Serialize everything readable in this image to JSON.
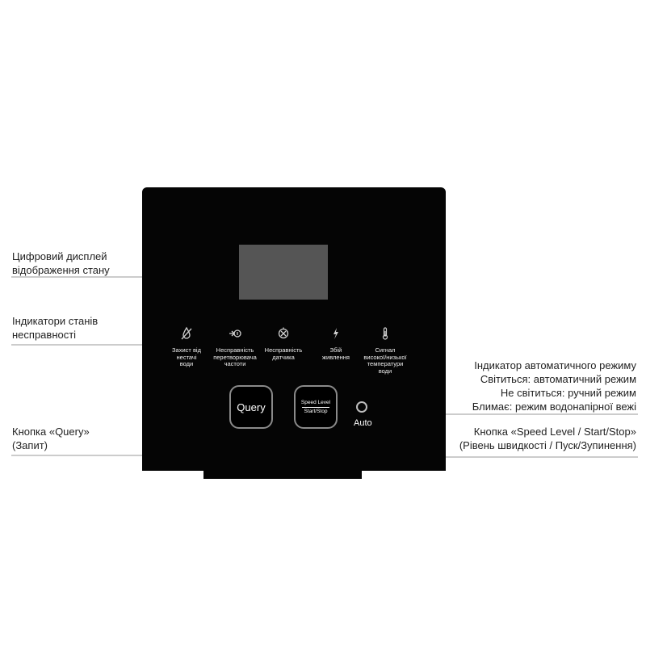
{
  "callouts": {
    "display": "Цифровий дисплей\nвідображення стану",
    "fault_indicators": "Індикатори станів\nнесправності",
    "query_button": "Кнопка «Query»\n(Запит)",
    "auto_mode": "Індикатор автоматичного режиму\nСвітиться: автоматичний режим\nНе світиться: ручний режим\nБлимає: режим водонапірної вежі",
    "speed_button": "Кнопка «Speed Level / Start/Stop»\n(Рівень швидкості / Пуск/Зупинення)"
  },
  "indicators": [
    {
      "icon": "dry-run-icon",
      "label": "Захист від\nнестачі\nводи"
    },
    {
      "icon": "inverter-fault-icon",
      "label": "Несправність\nперетворювача\nчастоти"
    },
    {
      "icon": "sensor-fault-icon",
      "label": "Несправність\nдатчика"
    },
    {
      "icon": "power-fault-icon",
      "label": "Збій\nживлення"
    },
    {
      "icon": "temperature-icon",
      "label": "Сигнал\nвисокої/низької\nтемператури\nводи"
    }
  ],
  "buttons": {
    "query": "Query",
    "speed_line1": "Speed Level",
    "speed_line2": "Start/Stop"
  },
  "auto_label": "Auto",
  "colors": {
    "panel": "#050505",
    "display": "#555555",
    "leader": "#9a9a9a"
  }
}
